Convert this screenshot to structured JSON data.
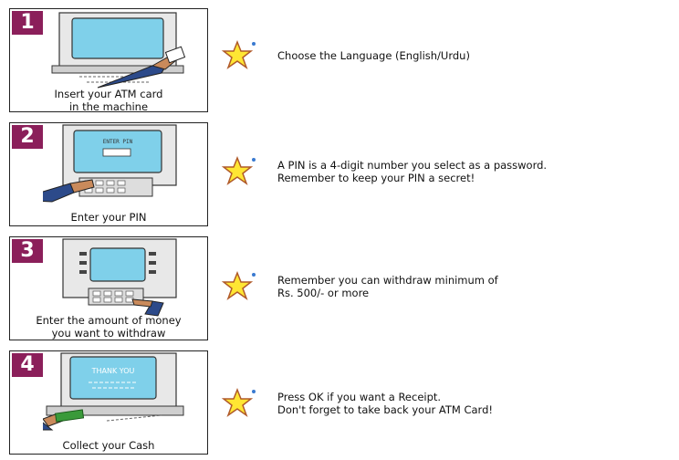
{
  "steps": [
    {
      "number": "1",
      "caption": [
        "Insert your ATM card",
        "in the machine"
      ],
      "tip": [
        "Choose the Language (English/Urdu)"
      ]
    },
    {
      "number": "2",
      "caption": [
        "Enter your PIN"
      ],
      "screen_text": "ENTER PIN",
      "tip": [
        "A PIN is a 4-digit number you select as a password.",
        "Remember to keep your PIN a secret!"
      ]
    },
    {
      "number": "3",
      "caption": [
        "Enter the amount of money",
        "you want to withdraw"
      ],
      "tip": [
        "Remember you can withdraw minimum of",
        "Rs. 500/- or more"
      ]
    },
    {
      "number": "4",
      "caption": [
        "Collect your Cash"
      ],
      "screen_text": "THANK YOU",
      "tip": [
        "Press OK if you want a Receipt.",
        "Don't forget to take back your ATM Card!"
      ]
    }
  ],
  "colors": {
    "badge": "#8b1f5a",
    "screen": "#7fd0ea",
    "star": "#ffe633",
    "skin": "#c98a5b",
    "sleeve": "#2c4a8a",
    "cash": "#3a9a3a"
  },
  "icons": {
    "tip_marker": "star-icon"
  }
}
